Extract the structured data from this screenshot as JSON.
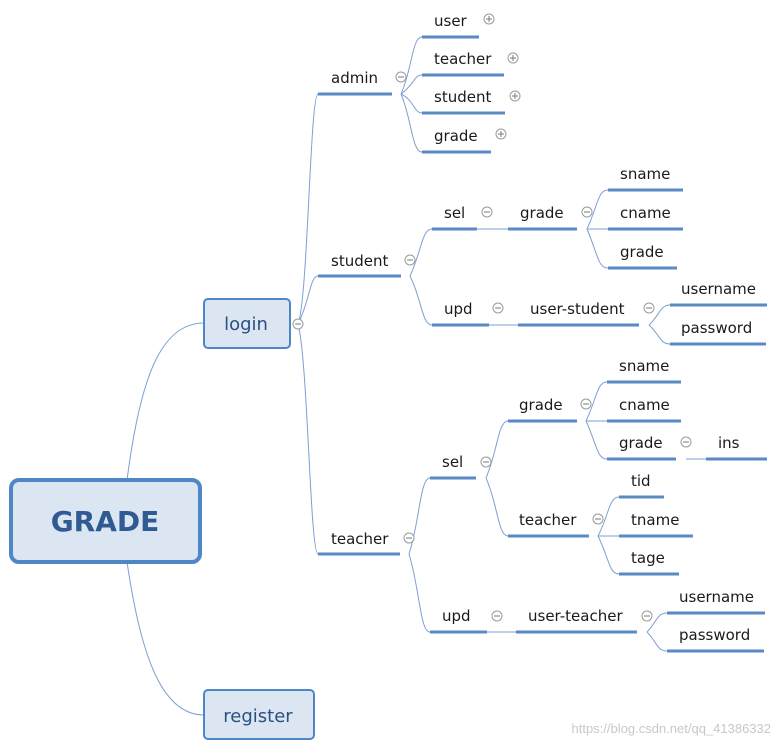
{
  "root": "GRADE",
  "branches": {
    "login": "login",
    "register": "register"
  },
  "login": {
    "admin": {
      "label": "admin",
      "items": [
        "user",
        "teacher",
        "student",
        "grade"
      ]
    },
    "student": {
      "label": "student",
      "sel": {
        "label": "sel",
        "grade": {
          "label": "grade",
          "items": [
            "sname",
            "cname",
            "grade"
          ]
        }
      },
      "upd": {
        "label": "upd",
        "user_student": {
          "label": "user-student",
          "items": [
            "username",
            "password"
          ]
        }
      }
    },
    "teacher": {
      "label": "teacher",
      "sel": {
        "label": "sel",
        "grade": {
          "label": "grade",
          "items": [
            "sname",
            "cname",
            "grade"
          ],
          "grade_child": "ins"
        },
        "teacher": {
          "label": "teacher",
          "items": [
            "tid",
            "tname",
            "tage"
          ]
        }
      },
      "upd": {
        "label": "upd",
        "user_teacher": {
          "label": "user-teacher",
          "items": [
            "username",
            "password"
          ]
        }
      }
    }
  },
  "watermark": "https://blog.csdn.net/qq_41386332",
  "colors": {
    "root_fill": "#dce6f3",
    "root_stroke": "#4f86c6",
    "box_fill": "#dce6f3",
    "box_stroke": "#4f86c6",
    "connector": "#7ca1d3",
    "underline": "#5a8ac6"
  }
}
